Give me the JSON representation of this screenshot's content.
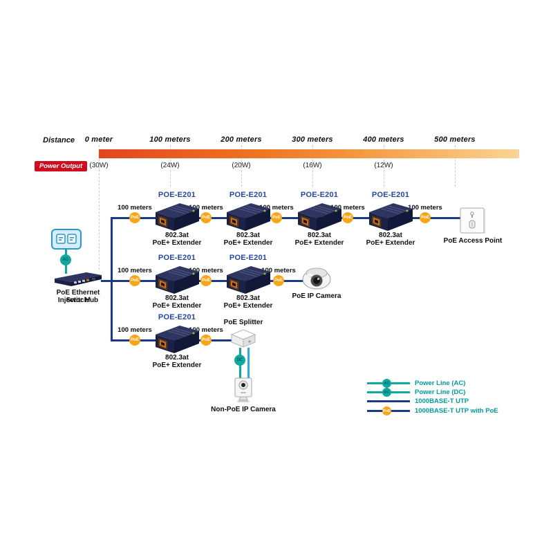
{
  "scale": {
    "distance_label": "Distance",
    "power_output_label": "Power Output",
    "ticks": [
      {
        "distance": "0 meter",
        "power": "(30W)"
      },
      {
        "distance": "100 meters",
        "power": "(24W)"
      },
      {
        "distance": "200 meters",
        "power": "(20W)"
      },
      {
        "distance": "300 meters",
        "power": "(16W)"
      },
      {
        "distance": "400 meters",
        "power": "(12W)"
      },
      {
        "distance": "500 meters",
        "power": ""
      }
    ]
  },
  "device": {
    "model": "POE-E201",
    "spec": "802.3at",
    "type": "PoE+ Extender"
  },
  "segment_label": "100 meters",
  "badges": {
    "poe": "PoE",
    "ac": "AC",
    "dc": "DC"
  },
  "source": {
    "label_line1": "PoE Ethernet Switch/",
    "label_line2": "Injector Hub"
  },
  "endpoints": {
    "access_point": "PoE Access Point",
    "ip_camera": "PoE IP Camera",
    "splitter": "PoE Splitter",
    "non_poe_camera": "Non-PoE IP Camera"
  },
  "legend": {
    "items": [
      {
        "label": "Power Line (AC)",
        "badge": "AC"
      },
      {
        "label": "Power Line (DC)",
        "badge": "DC"
      },
      {
        "label": "1000BASE-T UTP",
        "badge": ""
      },
      {
        "label": "1000BASE-T UTP with PoE",
        "badge": "PoE"
      }
    ]
  },
  "colors": {
    "navy_line": "#1a3a85",
    "teal_line": "#0fa89e",
    "light_blue_line": "#29abe2",
    "poe_badge_orange": "#f9a51a",
    "power_output_red": "#ce0e1e",
    "model_text_blue": "#2547a5",
    "legend_text_teal": "#009b9b",
    "gradient_start": "#e2461e",
    "gradient_end": "#fbd493"
  }
}
